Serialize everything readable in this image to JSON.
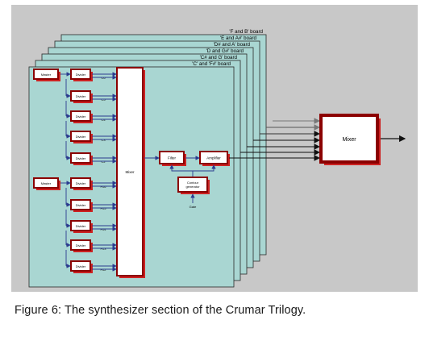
{
  "boards": [
    "'F and B' board",
    "'E and A#' board",
    "'D# and A' board",
    "'D and G#' board",
    "'C# and G' board",
    "'C' and 'F#' board"
  ],
  "masters": [
    "Master",
    "Master"
  ],
  "dividers": [
    "Divider",
    "Divider",
    "Divider",
    "Divider",
    "Divider",
    "Divider",
    "Divider",
    "Divider",
    "Divider",
    "Divider"
  ],
  "octave_labels": [
    "C6",
    "C5",
    "C4",
    "C3",
    "C2",
    "F#6",
    "F#5",
    "F#4",
    "F#3",
    "F#2"
  ],
  "internal_mixer_label": "Mixer",
  "filter_label": "Filter",
  "amplifier_label": "Amplifier",
  "contour_label": [
    "Contour",
    "generator"
  ],
  "gate_label": "Gate",
  "main_mixer_label": "Mixer",
  "caption": "Figure 6: The synthesizer section of the Crumar Trilogy.",
  "colors": {
    "frame": "#c8c8c8",
    "panel": "#a9d6d2",
    "block_border": "#8b0000",
    "block_shadow": "#cc2222",
    "arrow": "#2b3c8f"
  }
}
